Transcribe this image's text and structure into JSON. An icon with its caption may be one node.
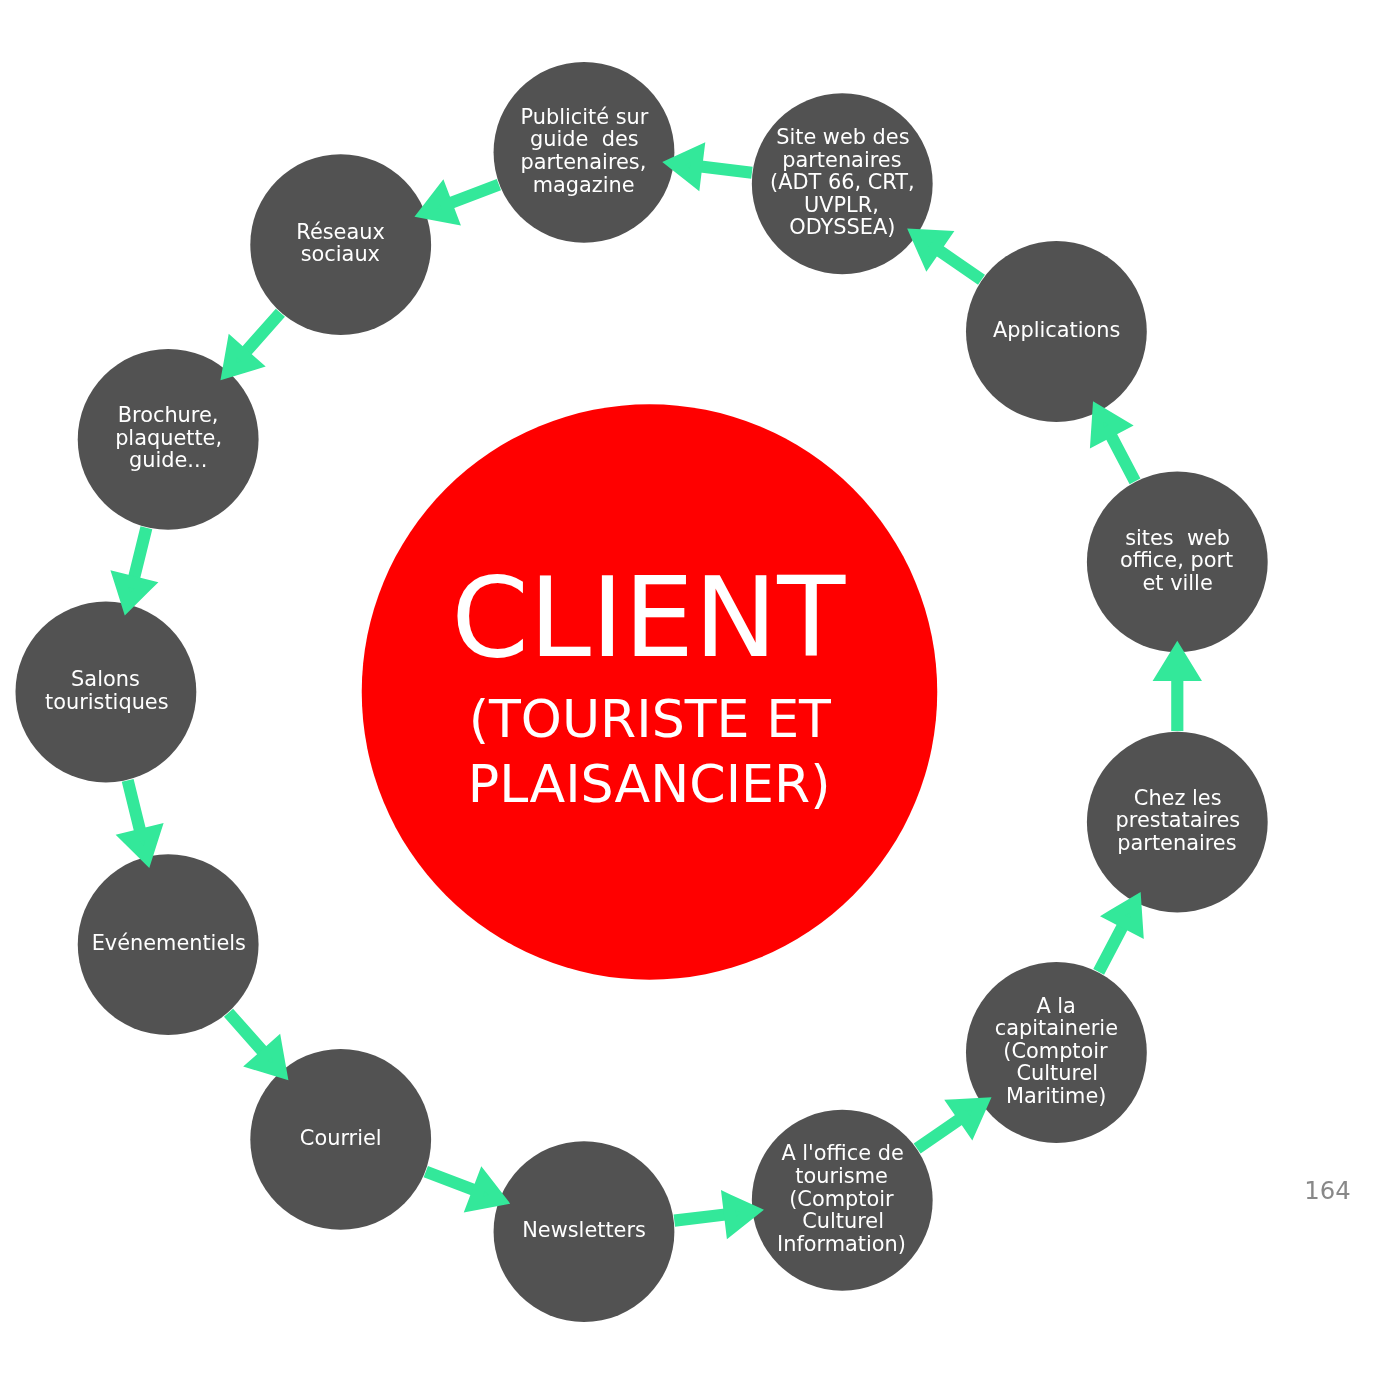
{
  "diagram": {
    "nodes": [
      {
        "text": [
          "CLIENT",
          "(TOURISTE ET PLAISANCIER)"
        ]
      },
      {
        "text": [
          "sites  web office, port et ville"
        ]
      },
      {
        "text": [
          "Applications"
        ]
      },
      {
        "text": [
          "Site web des partenaires (ADT 66, CRT, UVPLR, ODYSSEA)"
        ]
      },
      {
        "text": [
          "Publicité sur guide  des partenaires, magazine"
        ]
      },
      {
        "text": [
          "Réseaux sociaux"
        ]
      },
      {
        "text": [
          "Brochure, plaquette, guide..."
        ]
      },
      {
        "text": [
          "Salons touristiques"
        ]
      },
      {
        "text": [
          "Evénementiels"
        ]
      },
      {
        "text": [
          "Courriel"
        ]
      },
      {
        "text": [
          "Newsletters"
        ]
      },
      {
        "text": [
          "A l'office de tourisme (Comptoir Culturel Information)"
        ]
      },
      {
        "text": [
          "A la capitainerie (Comptoir Culturel Maritime)"
        ]
      },
      {
        "text": [
          "Chez les prestataires partenaires"
        ]
      }
    ],
    "edges": [
      {
        "from": 1,
        "to": 2,
        "arrow": "to"
      },
      {
        "from": 2,
        "to": 3,
        "arrow": "to"
      },
      {
        "from": 3,
        "to": 4,
        "arrow": "to"
      },
      {
        "from": 4,
        "to": 5,
        "arrow": "to"
      },
      {
        "from": 5,
        "to": 6,
        "arrow": "to"
      },
      {
        "from": 6,
        "to": 7,
        "arrow": "to"
      },
      {
        "from": 7,
        "to": 8,
        "arrow": "to"
      },
      {
        "from": 8,
        "to": 9,
        "arrow": "to"
      },
      {
        "from": 9,
        "to": 10,
        "arrow": "to"
      },
      {
        "from": 10,
        "to": 11,
        "arrow": "to"
      },
      {
        "from": 11,
        "to": 12,
        "arrow": "to"
      },
      {
        "from": 12,
        "to": 13,
        "arrow": "to"
      },
      {
        "from": 13,
        "to": 1,
        "arrow": "to"
      }
    ],
    "labels": [
      "164"
    ]
  }
}
